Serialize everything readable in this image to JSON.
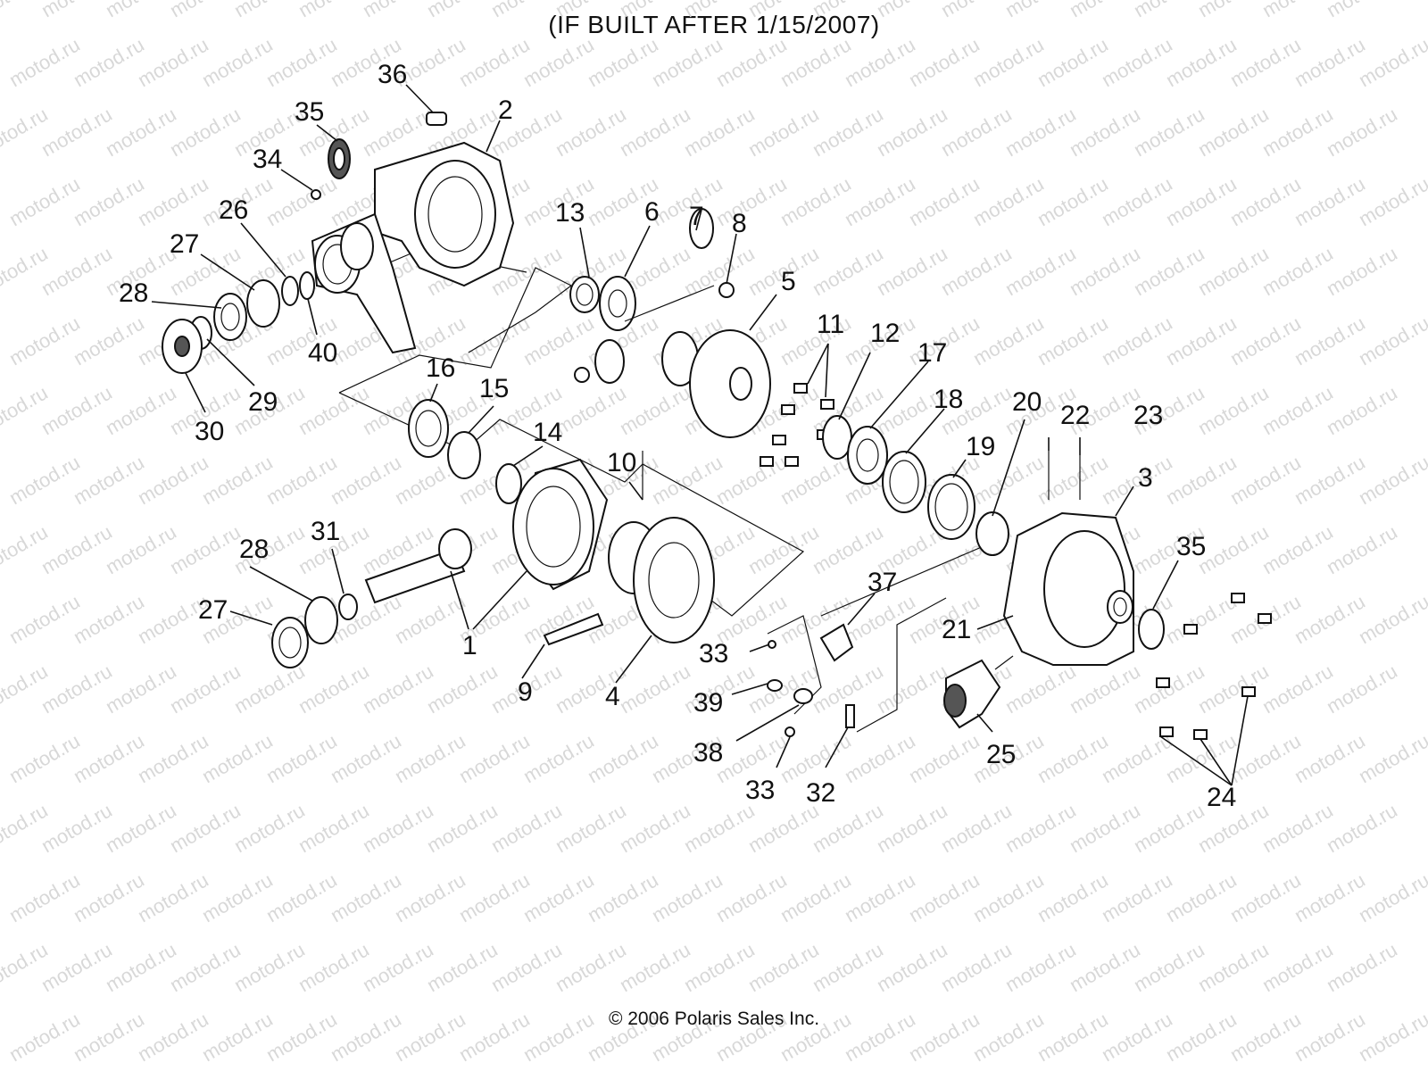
{
  "header": {
    "title": "(IF BUILT AFTER 1/15/2007)"
  },
  "footer": {
    "copyright": "© 2006 Polaris Sales Inc."
  },
  "watermark": {
    "text": "motod.ru",
    "color": "#d8d8d8"
  },
  "callouts": [
    {
      "id": "c36",
      "label": "36"
    },
    {
      "id": "c35a",
      "label": "35"
    },
    {
      "id": "c2",
      "label": "2"
    },
    {
      "id": "c34",
      "label": "34"
    },
    {
      "id": "c26",
      "label": "26"
    },
    {
      "id": "c27a",
      "label": "27"
    },
    {
      "id": "c28a",
      "label": "28"
    },
    {
      "id": "c40",
      "label": "40"
    },
    {
      "id": "c29",
      "label": "29"
    },
    {
      "id": "c30",
      "label": "30"
    },
    {
      "id": "c13",
      "label": "13"
    },
    {
      "id": "c6",
      "label": "6"
    },
    {
      "id": "c7",
      "label": "7"
    },
    {
      "id": "c8",
      "label": "8"
    },
    {
      "id": "c5",
      "label": "5"
    },
    {
      "id": "c11",
      "label": "11"
    },
    {
      "id": "c12",
      "label": "12"
    },
    {
      "id": "c17",
      "label": "17"
    },
    {
      "id": "c18",
      "label": "18"
    },
    {
      "id": "c16",
      "label": "16"
    },
    {
      "id": "c15",
      "label": "15"
    },
    {
      "id": "c14",
      "label": "14"
    },
    {
      "id": "c10",
      "label": "10"
    },
    {
      "id": "c20",
      "label": "20"
    },
    {
      "id": "c22",
      "label": "22"
    },
    {
      "id": "c23",
      "label": "23"
    },
    {
      "id": "c19",
      "label": "19"
    },
    {
      "id": "c3",
      "label": "3"
    },
    {
      "id": "c35b",
      "label": "35"
    },
    {
      "id": "c31",
      "label": "31"
    },
    {
      "id": "c28b",
      "label": "28"
    },
    {
      "id": "c27b",
      "label": "27"
    },
    {
      "id": "c1",
      "label": "1"
    },
    {
      "id": "c9",
      "label": "9"
    },
    {
      "id": "c4",
      "label": "4"
    },
    {
      "id": "c37",
      "label": "37"
    },
    {
      "id": "c33a",
      "label": "33"
    },
    {
      "id": "c39",
      "label": "39"
    },
    {
      "id": "c38",
      "label": "38"
    },
    {
      "id": "c33b",
      "label": "33"
    },
    {
      "id": "c32",
      "label": "32"
    },
    {
      "id": "c21",
      "label": "21"
    },
    {
      "id": "c25",
      "label": "25"
    },
    {
      "id": "c24",
      "label": "24"
    }
  ]
}
